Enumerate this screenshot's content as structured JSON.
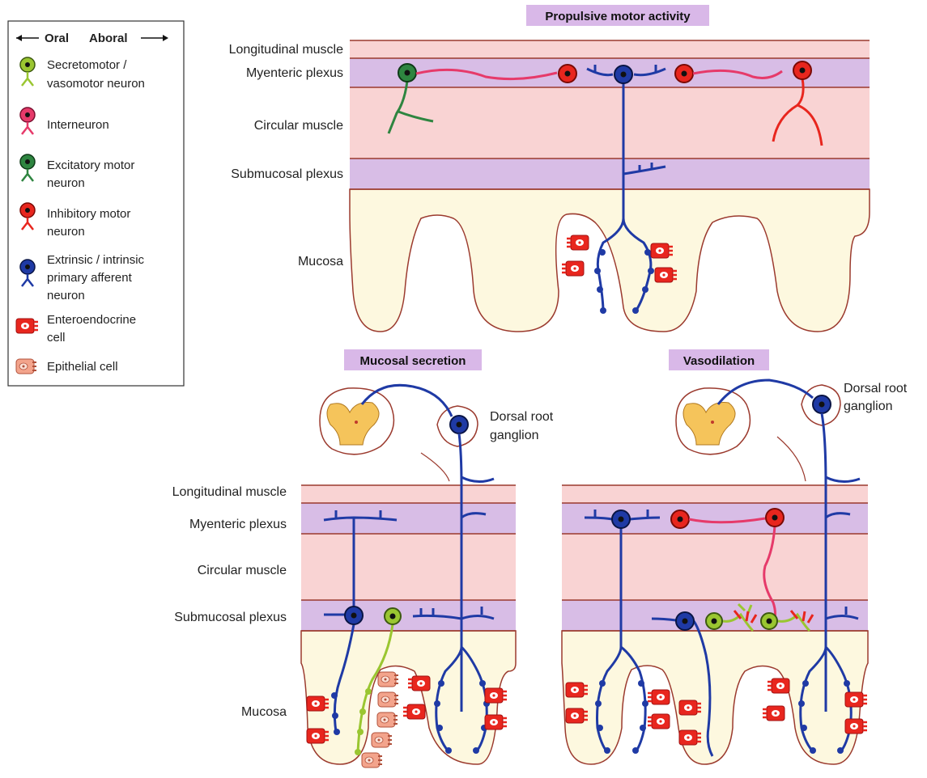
{
  "legend": {
    "direction_oral": "Oral",
    "direction_aboral": "Aboral",
    "items": [
      {
        "line1": "Secretomotor /",
        "line2": "vasomotor neuron",
        "line3": "",
        "color": "#9ac631",
        "icon": "secretomotor-neuron-icon"
      },
      {
        "line1": "Interneuron",
        "line2": "",
        "line3": "",
        "color": "#e63a6a",
        "icon": "interneuron-icon"
      },
      {
        "line1": "Excitatory motor",
        "line2": "neuron",
        "line3": "",
        "color": "#2e8540",
        "icon": "excitatory-motor-neuron-icon"
      },
      {
        "line1": "Inhibitory motor",
        "line2": "neuron",
        "line3": "",
        "color": "#e8261e",
        "icon": "inhibitory-motor-neuron-icon"
      },
      {
        "line1": "Extrinsic / intrinsic",
        "line2": "primary afferent",
        "line3": "neuron",
        "color": "#1f3aa5",
        "icon": "primary-afferent-neuron-icon"
      },
      {
        "line1": "Enteroendocrine",
        "line2": "cell",
        "line3": "",
        "color": "#e8261e",
        "icon": "enteroendocrine-cell-icon"
      },
      {
        "line1": "Epithelial cell",
        "line2": "",
        "line3": "",
        "color": "#e88a70",
        "icon": "epithelial-cell-icon"
      }
    ]
  },
  "panels": {
    "propulsive": {
      "title": "Propulsive motor activity",
      "layers": [
        "Longitudinal muscle",
        "Myenteric plexus",
        "Circular muscle",
        "Submucosal plexus",
        "Mucosa"
      ]
    },
    "secretion": {
      "title": "Mucosal secretion",
      "layers": [
        "Longitudinal muscle",
        "Myenteric plexus",
        "Circular muscle",
        "Submucosal plexus",
        "Mucosa"
      ],
      "drg_line1": "Dorsal root",
      "drg_line2": "ganglion"
    },
    "vasodilation": {
      "title": "Vasodilation",
      "drg_line1": "Dorsal root",
      "drg_line2": "ganglion"
    }
  },
  "colors": {
    "muscle": "#f9d3d3",
    "plexus": "#d8bde6",
    "mucosa": "#fdf8df",
    "border": "#9b3a2e",
    "title_bg": "#d9b8e8",
    "afferent": "#1f3aa5",
    "interneuron": "#e63a6a",
    "excitatory": "#2e8540",
    "inhibitory": "#e8261e",
    "secretomotor": "#9ac631",
    "cord_gray": "#f5c45b"
  }
}
